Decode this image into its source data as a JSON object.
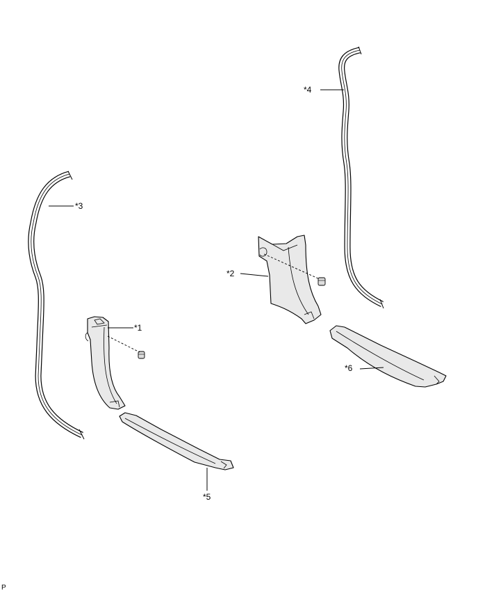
{
  "callouts": {
    "c1": "*1",
    "c2": "*2",
    "c3": "*3",
    "c4": "*4",
    "c5": "*5",
    "c6": "*6"
  },
  "reference_code": "P"
}
